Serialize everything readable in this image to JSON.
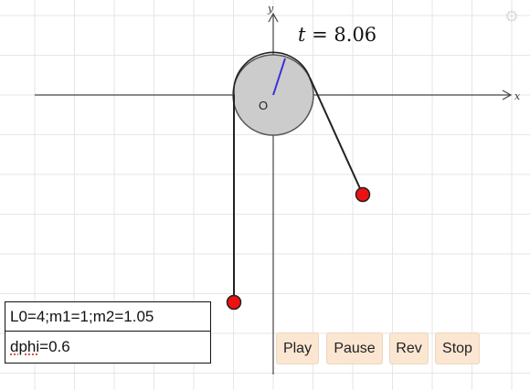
{
  "time_label": {
    "var": "t",
    "eq": " = ",
    "value": "8.06"
  },
  "axes": {
    "x_label": "x",
    "y_label": "y",
    "origin_label": "O"
  },
  "inputs": {
    "params": {
      "prefix": "L0=4;m1=1;m2=1.05"
    },
    "dphi": {
      "misspelled": "dphi",
      "rest": "=0.6"
    }
  },
  "buttons": {
    "play": "Play",
    "pause": "Pause",
    "rev": "Rev",
    "stop": "Stop"
  },
  "colors": {
    "grid": "#e6e6e6",
    "axis": "#444444",
    "pulley_fill": "#cccccc",
    "pulley_stroke": "#555555",
    "radius_line": "#3a2fd6",
    "string": "#222222",
    "mass": "#ee1111",
    "button_bg": "#fbe6d2"
  },
  "icons": {
    "settings": "settings-icon"
  }
}
